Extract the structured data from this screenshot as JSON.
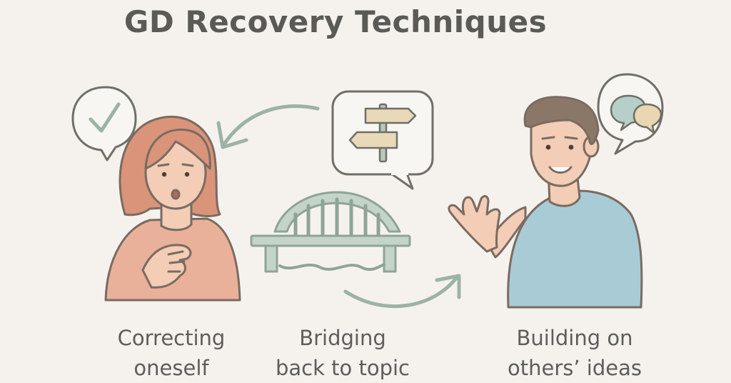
{
  "title": "GD Recovery Techniques",
  "captions": {
    "left": {
      "line1": "Correcting",
      "line2": "oneself"
    },
    "middle": {
      "line1": "Bridging",
      "line2": "back to topic"
    },
    "right": {
      "line1": "Building on",
      "line2": "others’ ideas"
    }
  },
  "icons": {
    "left_bubble": "checkmark-icon",
    "middle_bubble": "signpost-icon",
    "right_bubble": "chat-bubbles-icon",
    "center": "bridge-icon"
  },
  "colors": {
    "background": "#f5f2ed",
    "accent_green": "#9cb3a4",
    "outline": "#6f6f68",
    "woman_shirt": "#e9b19a",
    "woman_hair": "#d99479",
    "man_shirt": "#a9cbd6",
    "skin": "#f3cdb6",
    "man_hair": "#8b7767"
  }
}
